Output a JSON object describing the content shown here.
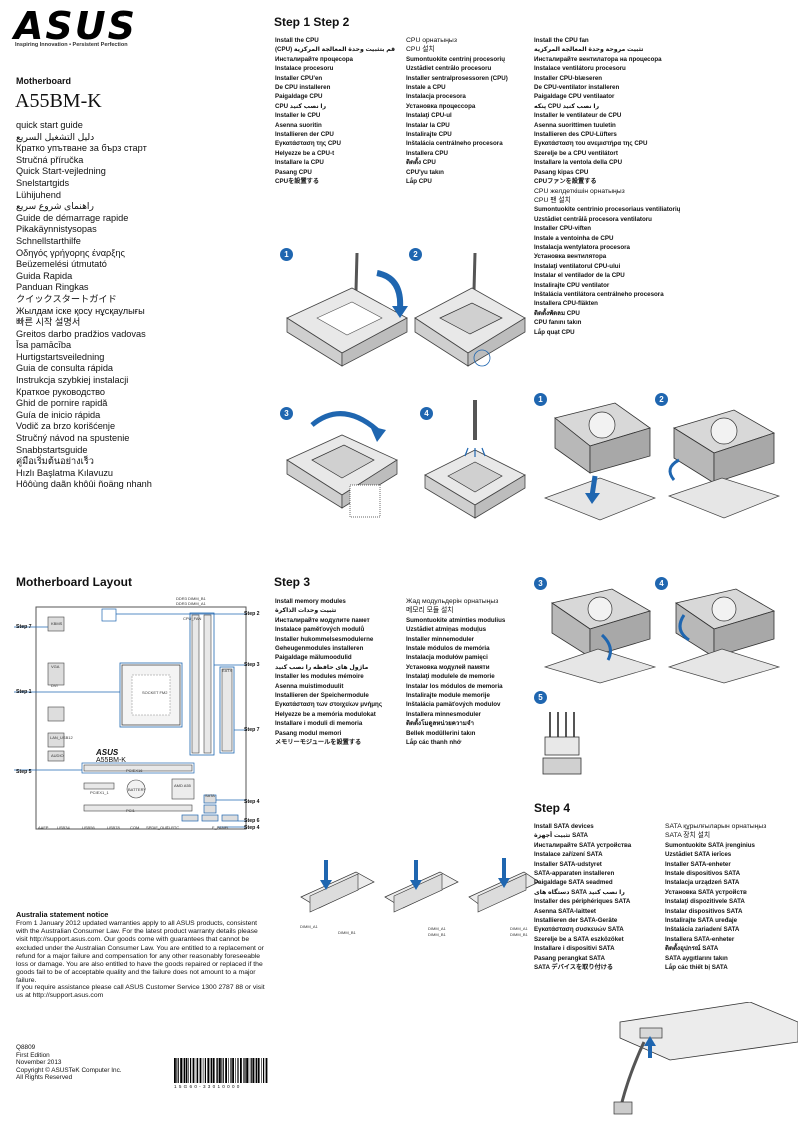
{
  "brand": {
    "logo_text": "ASUS",
    "tagline": "Inspiring Innovation • Persistent Perfection"
  },
  "cover": {
    "section": "Motherboard",
    "model": "A55BM-K",
    "languages": [
      "quick start guide",
      "دليل التشغيل السريع",
      "Кратко упътване за бърз старт",
      "Stručná příručka",
      "Quick Start-vejledning",
      "Snelstartgids",
      "Lühijuhend",
      "راهنمای شروع سریع",
      "Guide de démarrage rapide",
      "Pikakäynnistysopas",
      "Schnellstarthilfe",
      "Οδηγός γρήγορης έναρξης",
      "Beüzemelési útmutató",
      "Guida Rapida",
      "Panduan Ringkas",
      "クイックスタートガイド",
      "Жылдам іске қосу нұсқаулығы",
      "빠른 시작 설명서",
      "Greitos darbo pradžios vadovas",
      "Īsa pamācība",
      "Hurtigstartsveiledning",
      "Guia de consulta rápida",
      "Instrukcja szybkiej instalacji",
      "Краткое руководство",
      "Ghid de pornire rapidă",
      "Guía de inicio rápida",
      "Vodič za brzo korišćenje",
      "Stručný návod na spustenie",
      "Snabbstartsguide",
      "คู่มือเริ่มต้นอย่างเร็ว",
      "Hızlı Başlatma Kılavuzu",
      "Hôôùng daãn khôûi ñoäng nhanh"
    ]
  },
  "step12": {
    "title": "Step 1 Step 2",
    "cpu_col1": [
      "Install the CPU",
      "(CPU) قم بتثبيت وحدة المعالجة المركزية",
      "Инсталирайте процесора",
      "Instalace procesoru",
      "Installer CPU'en",
      "De CPU installeren",
      "Paigaldage CPU",
      "CPU را نصب کنید",
      "Installer le CPU",
      "Asenna suoritin",
      "Installieren der CPU",
      "Εγκατάσταση της CPU",
      "Helyezze be a CPU-t",
      "Installare la CPU",
      "Pasang CPU",
      "CPUを設置する"
    ],
    "cpu_col2": [
      "CPU орнатыңыз",
      "CPU 설치",
      "Sumontuokite centrinį procesorių",
      "Uzstādiet centrālo procesoru",
      "Installer sentralprosessoren (CPU)",
      "Instale a CPU",
      "Instalacja procesora",
      "Установка процессора",
      "Instalaţi CPU-ul",
      "Instalar la CPU",
      "Instalirajte CPU",
      "Inštalácia centrálneho procesora",
      "Installera CPU",
      "ติดตั้ง CPU",
      "CPU'yu takın",
      "Lắp CPU"
    ],
    "fan_col": [
      "Install the CPU fan",
      "تثبيت مروحة وحدة المعالجة المركزية",
      "Инсталирайте вентилатора на процесора",
      "Instalace ventilátoru procesoru",
      "Installer CPU-blæseren",
      "De CPU-ventilator installeren",
      "Paigaldage CPU ventilaator",
      "پنکه CPU را نصب کنید",
      "Installer le ventilateur de CPU",
      "Asenna suorittimen tuuletin",
      "Installieren des CPU-Lüfters",
      "Εγκατάσταση του ανεμιστήρα της CPU",
      "Szerelje be a CPU ventilátort",
      "Installare la ventola della CPU",
      "Pasang kipas CPU",
      "CPUファンを設置する",
      "CPU желдеткішін орнатыңыз",
      "CPU 팬 설치",
      "Sumontuokite centrinio procesoriaus ventiliatorių",
      "Uzstādiet centrālā procesora ventilatoru",
      "Installer CPU-viften",
      "Instale a ventoinha de CPU",
      "Instalacja wentylatora procesora",
      "Установка вентилятора",
      "Instalaţi ventilatorul CPU-ului",
      "Instalar el ventilador de la CPU",
      "Instalirajte CPU ventilator",
      "Inštalácia ventilátora centrálneho procesora",
      "Installera CPU-fläkten",
      "ติดตั้งพัดลม CPU",
      "CPU fanını takın",
      "Lắp quạt CPU"
    ]
  },
  "layout": {
    "title": "Motherboard Layout",
    "board_model": "A55BM-K",
    "callouts": [
      "Step 7",
      "Step 1",
      "Step 5",
      "Step 2",
      "Step 3",
      "Step 7",
      "Step 4",
      "Step 6",
      "Step 4"
    ],
    "parts": [
      "CPU_FAN",
      "KBMS",
      "VGA",
      "DVI",
      "LAN_USB12",
      "AUDIO",
      "PCIEX16",
      "PCIEX1_1",
      "PCI1",
      "BATTERY",
      "SOCKET FM2",
      "DDR3 DIMM_A1",
      "DDR3 DIMM_B1",
      "EATX",
      "SATA",
      "AMD A55",
      "USB34",
      "USB56",
      "USB78",
      "COM",
      "SPDIF_OUT",
      "CLRTC",
      "AAFP",
      "F_PANEL"
    ]
  },
  "step3": {
    "title": "Step 3",
    "col1": [
      "Install memory modules",
      "تثبيت وحدات الذاكرة",
      "Инсталирайте модулите памет",
      "Instalace paměťových modulů",
      "Installer hukommelsesmodulerne",
      "Geheugenmodules installeren",
      "Paigaldage mälumoodulid",
      "ماژول های حافظه را نصب کنید",
      "Installer les modules mémoire",
      "Asenna muistimoduulit",
      "Installieren der Speichermodule",
      "Εγκατάσταση των στοιχείων μνήμης",
      "Helyezze be a memória modulokat",
      "Installare i moduli di memoria",
      "Pasang modul memori",
      "メモリーモジュールを設置する"
    ],
    "col2": [
      "Жад модульдерін орнатыңыз",
      "메모리 모듈 설치",
      "Sumontuokite atminties modulius",
      "Uzstādiet atmiņas moduļus",
      "Installer minnemoduler",
      "Instale módulos de memória",
      "Instalacja modułów pamięci",
      "Установка модулей памяти",
      "Instalaţi modulele de memorie",
      "Instalar los módulos de memoria",
      "Instalirajte module memorije",
      "Inštalácia pamäťových modulov",
      "Installera minnesmoduler",
      "ติดตั้งโมดูลหน่วยความจำ",
      "Bellek modüllerini takın",
      "Lắp các thanh nhớ"
    ],
    "dimm_labels": [
      "DIMM_A1",
      "DIMM_B1",
      "DIMM_A1",
      "DIMM_B1",
      "DIMM_A1",
      "DIMM_B1"
    ]
  },
  "step4": {
    "title": "Step 4",
    "col1": [
      "Install SATA devices",
      "تثبيت أجهزة SATA",
      "Инсталирайте SATA устройства",
      "Instalace zařízení SATA",
      "Installer SATA-udstyret",
      "SATA-apparaten installeren",
      "Paigaldage SATA seadmed",
      "دستگاه های SATA را نصب کنید",
      "Installer des périphériques SATA",
      "Asenna SATA-laitteet",
      "Installieren der SATA-Geräte",
      "Εγκατάσταση συσκευών SATA",
      "Szerelje be a SATA eszközöket",
      "Installare i dispositivi SATA",
      "Pasang perangkat SATA",
      "SATA デバイスを取り付ける"
    ],
    "col2": [
      "SATA құрылғыларын орнатыңыз",
      "SATA 장치 설치",
      "Sumontuokite SATA įrenginius",
      "Uzstādiet SATA ierīces",
      "Installer SATA-enheter",
      "Instale dispositivos SATA",
      "Instalacja urządzeń SATA",
      "Установка SATA устройств",
      "Instalaţi dispozitivele SATA",
      "Instalar dispositivos SATA",
      "Instalirajte SATA uređaje",
      "Inštalácia zariadení SATA",
      "Installera SATA-enheter",
      "ติดตั้งอุปกรณ์ SATA",
      "SATA aygıtlarını takın",
      "Lắp các thiết bị SATA"
    ]
  },
  "notice": {
    "title": "Australia statement notice",
    "body": "From 1 January 2012 updated warranties apply to all ASUS products, consistent with the Australian Consumer Law. For the latest product warranty details please visit http://support.asus.com. Our goods come with guarantees that cannot be excluded under the Australian Consumer Law. You are entitled to a replacement or refund for a major failure and compensation for any other reasonably foreseeable loss or damage. You are also entitled to have the goods repaired or replaced if the goods fail to be of acceptable quality and the failure does not amount to a major failure.",
    "contact": "If you require assistance please call ASUS Customer Service 1300 2787 88 or visit us at http://support.asus.com"
  },
  "footer": {
    "lines": [
      "Q8809",
      "First Edition",
      "November 2013",
      "Copyright © ASUSTeK Computer Inc.",
      "All Rights Reserved"
    ],
    "barcode_text": "1 5 G 6 0 - 3 3 0 1 0 0 0 0"
  }
}
